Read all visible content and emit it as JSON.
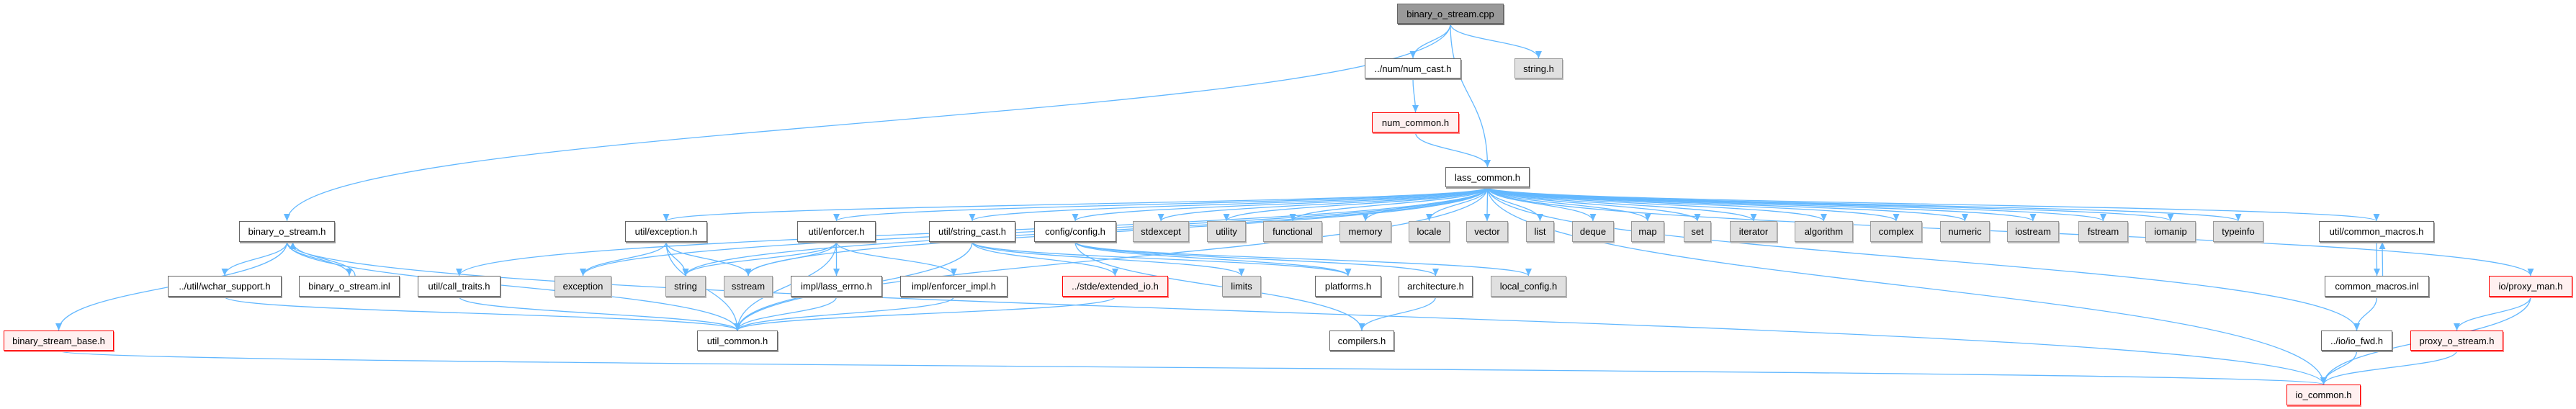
{
  "colors": {
    "edge": "#63b8ff",
    "root_fill": "#999999",
    "external_fill": "#e0e0e0",
    "incomplete_border": "#ff0000",
    "incomplete_fill": "#fff0f0"
  },
  "nodes": [
    {
      "id": "cpp",
      "label": "binary_o_stream.cpp",
      "kind": "root"
    },
    {
      "id": "num_cast",
      "label": "../num/num_cast.h",
      "kind": "normal"
    },
    {
      "id": "string_h",
      "label": "string.h",
      "kind": "external"
    },
    {
      "id": "num_common",
      "label": "num_common.h",
      "kind": "incomplete"
    },
    {
      "id": "lass_common",
      "label": "lass_common.h",
      "kind": "normal"
    },
    {
      "id": "bos_h",
      "label": "binary_o_stream.h",
      "kind": "normal"
    },
    {
      "id": "exception_h",
      "label": "util/exception.h",
      "kind": "normal"
    },
    {
      "id": "enforcer_h",
      "label": "util/enforcer.h",
      "kind": "normal"
    },
    {
      "id": "string_cast",
      "label": "util/string_cast.h",
      "kind": "normal"
    },
    {
      "id": "config",
      "label": "config/config.h",
      "kind": "normal"
    },
    {
      "id": "stdexcept",
      "label": "stdexcept",
      "kind": "external"
    },
    {
      "id": "utility",
      "label": "utility",
      "kind": "external"
    },
    {
      "id": "functional",
      "label": "functional",
      "kind": "external"
    },
    {
      "id": "memory",
      "label": "memory",
      "kind": "external"
    },
    {
      "id": "locale",
      "label": "locale",
      "kind": "external"
    },
    {
      "id": "vector",
      "label": "vector",
      "kind": "external"
    },
    {
      "id": "list",
      "label": "list",
      "kind": "external"
    },
    {
      "id": "deque",
      "label": "deque",
      "kind": "external"
    },
    {
      "id": "map",
      "label": "map",
      "kind": "external"
    },
    {
      "id": "set",
      "label": "set",
      "kind": "external"
    },
    {
      "id": "iterator",
      "label": "iterator",
      "kind": "external"
    },
    {
      "id": "algorithm",
      "label": "algorithm",
      "kind": "external"
    },
    {
      "id": "complex",
      "label": "complex",
      "kind": "external"
    },
    {
      "id": "numeric",
      "label": "numeric",
      "kind": "external"
    },
    {
      "id": "iostream",
      "label": "iostream",
      "kind": "external"
    },
    {
      "id": "fstream",
      "label": "fstream",
      "kind": "external"
    },
    {
      "id": "iomanip",
      "label": "iomanip",
      "kind": "external"
    },
    {
      "id": "typeinfo",
      "label": "typeinfo",
      "kind": "external"
    },
    {
      "id": "common_macros_h",
      "label": "util/common_macros.h",
      "kind": "normal"
    },
    {
      "id": "proxy_man",
      "label": "io/proxy_man.h",
      "kind": "incomplete"
    },
    {
      "id": "wchar",
      "label": "../util/wchar_support.h",
      "kind": "normal"
    },
    {
      "id": "bos_inl",
      "label": "binary_o_stream.inl",
      "kind": "normal"
    },
    {
      "id": "call_traits",
      "label": "util/call_traits.h",
      "kind": "normal"
    },
    {
      "id": "exception",
      "label": "exception",
      "kind": "external"
    },
    {
      "id": "string",
      "label": "string",
      "kind": "external"
    },
    {
      "id": "sstream",
      "label": "sstream",
      "kind": "external"
    },
    {
      "id": "lass_errno",
      "label": "impl/lass_errno.h",
      "kind": "normal"
    },
    {
      "id": "enforcer_impl",
      "label": "impl/enforcer_impl.h",
      "kind": "normal"
    },
    {
      "id": "extended_io",
      "label": "../stde/extended_io.h",
      "kind": "incomplete"
    },
    {
      "id": "limits",
      "label": "limits",
      "kind": "external"
    },
    {
      "id": "platforms",
      "label": "platforms.h",
      "kind": "normal"
    },
    {
      "id": "architecture",
      "label": "architecture.h",
      "kind": "normal"
    },
    {
      "id": "local_config",
      "label": "local_config.h",
      "kind": "external"
    },
    {
      "id": "common_macros_inl",
      "label": "common_macros.inl",
      "kind": "normal"
    },
    {
      "id": "bsb",
      "label": "binary_stream_base.h",
      "kind": "incomplete"
    },
    {
      "id": "util_common",
      "label": "util_common.h",
      "kind": "normal"
    },
    {
      "id": "compilers",
      "label": "compilers.h",
      "kind": "normal"
    },
    {
      "id": "io_fwd",
      "label": "../io/io_fwd.h",
      "kind": "normal"
    },
    {
      "id": "proxy_o_stream",
      "label": "proxy_o_stream.h",
      "kind": "incomplete"
    },
    {
      "id": "io_common",
      "label": "io_common.h",
      "kind": "incomplete"
    }
  ],
  "edges": [
    [
      "cpp",
      "bos_h"
    ],
    [
      "cpp",
      "num_cast"
    ],
    [
      "cpp",
      "lass_common"
    ],
    [
      "cpp",
      "string_h"
    ],
    [
      "num_cast",
      "num_common"
    ],
    [
      "num_common",
      "lass_common"
    ],
    [
      "lass_common",
      "exception_h"
    ],
    [
      "lass_common",
      "enforcer_h"
    ],
    [
      "lass_common",
      "string_cast"
    ],
    [
      "lass_common",
      "config"
    ],
    [
      "lass_common",
      "stdexcept"
    ],
    [
      "lass_common",
      "utility"
    ],
    [
      "lass_common",
      "functional"
    ],
    [
      "lass_common",
      "memory"
    ],
    [
      "lass_common",
      "locale"
    ],
    [
      "lass_common",
      "vector"
    ],
    [
      "lass_common",
      "list"
    ],
    [
      "lass_common",
      "deque"
    ],
    [
      "lass_common",
      "map"
    ],
    [
      "lass_common",
      "set"
    ],
    [
      "lass_common",
      "iterator"
    ],
    [
      "lass_common",
      "algorithm"
    ],
    [
      "lass_common",
      "complex"
    ],
    [
      "lass_common",
      "numeric"
    ],
    [
      "lass_common",
      "iostream"
    ],
    [
      "lass_common",
      "fstream"
    ],
    [
      "lass_common",
      "iomanip"
    ],
    [
      "lass_common",
      "typeinfo"
    ],
    [
      "lass_common",
      "common_macros_h"
    ],
    [
      "lass_common",
      "proxy_man"
    ],
    [
      "lass_common",
      "call_traits"
    ],
    [
      "lass_common",
      "exception"
    ],
    [
      "lass_common",
      "string"
    ],
    [
      "lass_common",
      "sstream"
    ],
    [
      "lass_common",
      "util_common"
    ],
    [
      "lass_common",
      "io_common"
    ],
    [
      "lass_common",
      "io_fwd"
    ],
    [
      "bos_h",
      "wchar"
    ],
    [
      "bos_h",
      "bos_inl"
    ],
    [
      "bos_h",
      "bsb"
    ],
    [
      "bos_h",
      "util_common"
    ],
    [
      "bos_h",
      "io_common"
    ],
    [
      "bos_inl",
      "bos_h"
    ],
    [
      "wchar",
      "util_common"
    ],
    [
      "call_traits",
      "util_common"
    ],
    [
      "exception_h",
      "exception"
    ],
    [
      "exception_h",
      "string"
    ],
    [
      "exception_h",
      "sstream"
    ],
    [
      "exception_h",
      "util_common"
    ],
    [
      "enforcer_h",
      "string"
    ],
    [
      "enforcer_h",
      "sstream"
    ],
    [
      "enforcer_h",
      "lass_errno"
    ],
    [
      "enforcer_h",
      "enforcer_impl"
    ],
    [
      "enforcer_h",
      "util_common"
    ],
    [
      "lass_errno",
      "util_common"
    ],
    [
      "enforcer_impl",
      "util_common"
    ],
    [
      "string_cast",
      "extended_io"
    ],
    [
      "string_cast",
      "limits"
    ],
    [
      "string_cast",
      "util_common"
    ],
    [
      "string_cast",
      "platforms"
    ],
    [
      "config",
      "platforms"
    ],
    [
      "config",
      "architecture"
    ],
    [
      "config",
      "local_config"
    ],
    [
      "config",
      "compilers"
    ],
    [
      "extended_io",
      "util_common"
    ],
    [
      "architecture",
      "compilers"
    ],
    [
      "bsb",
      "io_common"
    ],
    [
      "common_macros_h",
      "common_macros_inl"
    ],
    [
      "common_macros_inl",
      "common_macros_h"
    ],
    [
      "common_macros_inl",
      "io_fwd"
    ],
    [
      "io_fwd",
      "io_common"
    ],
    [
      "proxy_man",
      "proxy_o_stream"
    ],
    [
      "proxy_man",
      "io_common"
    ],
    [
      "proxy_o_stream",
      "io_common"
    ]
  ]
}
